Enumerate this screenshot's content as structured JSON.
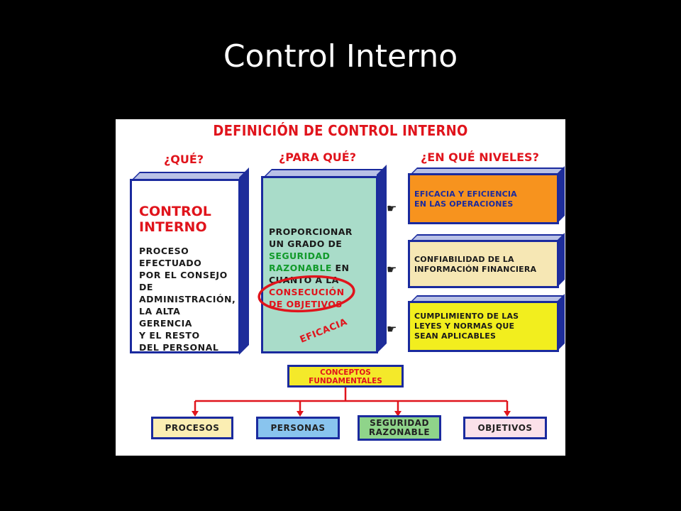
{
  "slide_title": "Control Interno",
  "diagram": {
    "title": "DEFINICIÓN DE CONTROL INTERNO",
    "col_headers": {
      "que": "¿QUÉ?",
      "para_que": "¿PARA QUÉ?",
      "niveles": "¿EN QUÉ NIVELES?"
    },
    "que_box": {
      "big": [
        "CONTROL",
        "INTERNO"
      ],
      "lines": [
        "PROCESO",
        "EFECTUADO",
        "POR EL CONSEJO",
        "DE",
        "ADMINISTRACIÓN,",
        "LA ALTA",
        "GERENCIA",
        "Y EL RESTO",
        "DEL PERSONAL"
      ]
    },
    "para_que_box": {
      "l1": "PROPORCIONAR",
      "l2": "UN GRADO DE",
      "l3": "SEGURIDAD",
      "l4a": "RAZONABLE",
      "l4b": "EN",
      "l5": "CUANTO A LA",
      "l6": "CONSECUCIÓN",
      "l7": "DE OBJETIVOS",
      "stamp": "EFICACIA"
    },
    "niveles": [
      {
        "lines": [
          "EFICACIA Y EFICIENCIA",
          "EN LAS OPERACIONES"
        ],
        "color": "#f7931e"
      },
      {
        "lines": [
          "CONFIABILIDAD DE LA",
          "INFORMACIÓN FINANCIERA"
        ],
        "color": "#f6e7b4"
      },
      {
        "lines": [
          "CUMPLIMIENTO DE LAS",
          "LEYES Y NORMAS QUE",
          "SEAN APLICABLES"
        ],
        "color": "#f2ee1e"
      }
    ],
    "concepts": [
      "CONCEPTOS",
      "FUNDAMENTALES"
    ],
    "leaves": [
      {
        "lines": [
          "PROCESOS"
        ],
        "color": "#fbeeb3"
      },
      {
        "lines": [
          "PERSONAS"
        ],
        "color": "#89c4ee"
      },
      {
        "lines": [
          "SEGURIDAD",
          "RAZONABLE"
        ],
        "color": "#8fd48a"
      },
      {
        "lines": [
          "OBJETIVOS"
        ],
        "color": "#fbe1ea"
      }
    ],
    "colors": {
      "accent": "#e0141c",
      "border": "#1a2a9e",
      "green_box": "#a9dcc9"
    }
  }
}
